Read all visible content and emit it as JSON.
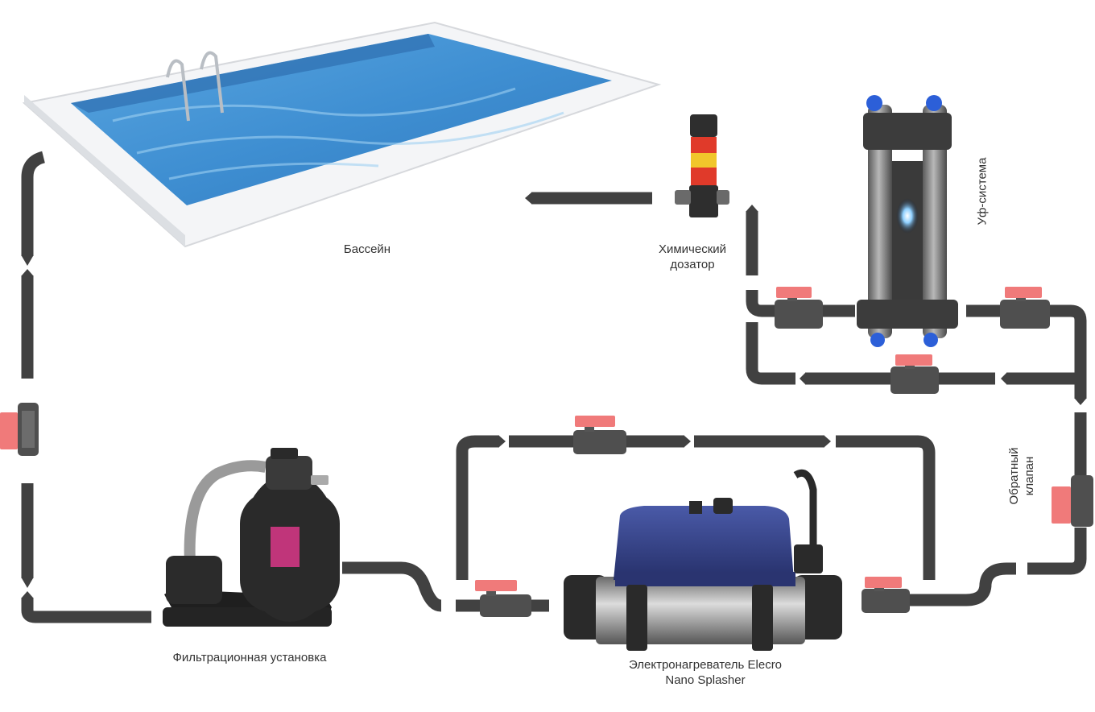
{
  "labels": {
    "pool": "Бассейн",
    "dosing_line1": "Химический",
    "dosing_line2": "дозатор",
    "uv": "Уф-система",
    "check_valve_line1": "Обратный",
    "check_valve_line2": "клапан",
    "filter": "Фильтрационная установка",
    "heater_line1": "Электронагреватель Elecro",
    "heater_line2": "Nano Splasher"
  },
  "colors": {
    "pipe": "#414141",
    "valve_handle": "#f07a7a",
    "pool_water": "#3f8fd2",
    "pool_deck": "#eef0f2",
    "heater_body": "#3a4a8a",
    "filter_tank": "#2a2a2a",
    "filter_label": "#c0357a",
    "text": "#333333"
  }
}
